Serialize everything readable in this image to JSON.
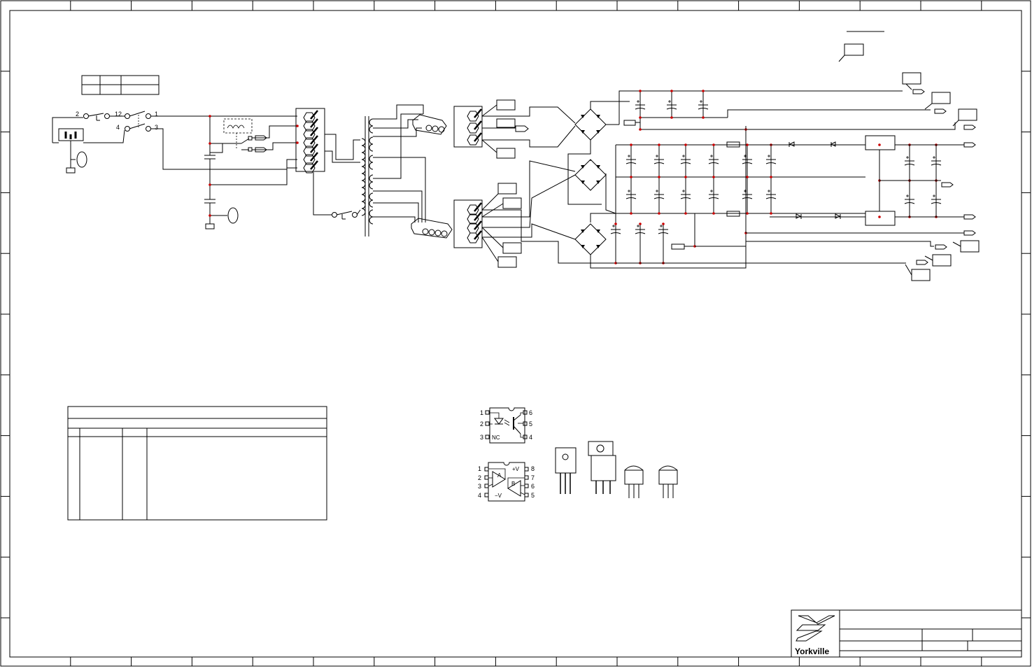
{
  "brand": {
    "logo_text": "Yorkville"
  },
  "ac_switch": {
    "pins": [
      "2",
      "12",
      "1",
      "4",
      "3"
    ]
  },
  "optocoupler": {
    "pins": [
      "1",
      "2",
      "3",
      "6",
      "5",
      "4"
    ],
    "nc_label": "NC"
  },
  "dual_opamp": {
    "pins": [
      "1",
      "2",
      "3",
      "4",
      "8",
      "7",
      "6",
      "5"
    ],
    "vplus": "+V",
    "vminus": "−V",
    "amp_a": "A",
    "amp_b": "B"
  },
  "colors": {
    "ink": "#000000",
    "junction": "#cc0000"
  }
}
